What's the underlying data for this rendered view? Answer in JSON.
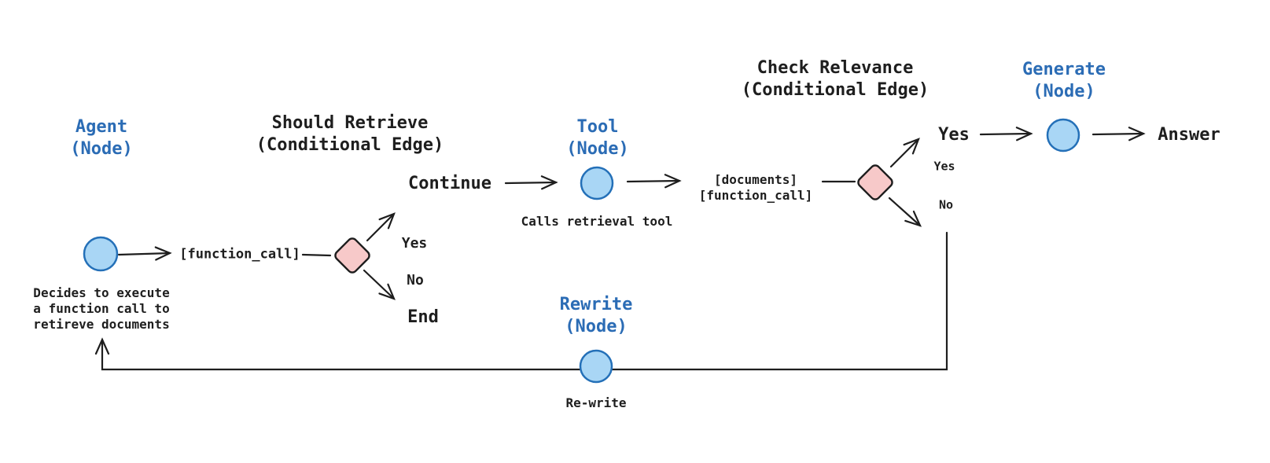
{
  "colors": {
    "background": "#ffffff",
    "node_fill": "#a9d6f5",
    "node_stroke": "#2470b8",
    "diamond_fill": "#f7c9c9",
    "diamond_stroke": "#1e1e1e",
    "heading_blue": "#2b6cb5",
    "text_dark": "#1e1e1e"
  },
  "labels": {
    "agent_title": "Agent\n(Node)",
    "agent_description": "Decides to execute\na function call to\nretireve documents",
    "should_retrieve_title": "Should Retrieve\n(Conditional Edge)",
    "function_call_state": "[function_call]",
    "sr_yes": "Yes",
    "sr_no": "No",
    "continue_target": "Continue",
    "end_target": "End",
    "tool_title": "Tool\n(Node)",
    "tool_description": "Calls retrieval tool",
    "documents_state": "[documents]\n[function_call]",
    "check_relevance_title": "Check Relevance\n(Conditional Edge)",
    "cr_yes_target": "Yes",
    "cr_yes": "Yes",
    "cr_no": "No",
    "generate_title": "Generate\n(Node)",
    "answer": "Answer",
    "rewrite_title": "Rewrite\n(Node)",
    "rewrite_description": "Re-write"
  }
}
